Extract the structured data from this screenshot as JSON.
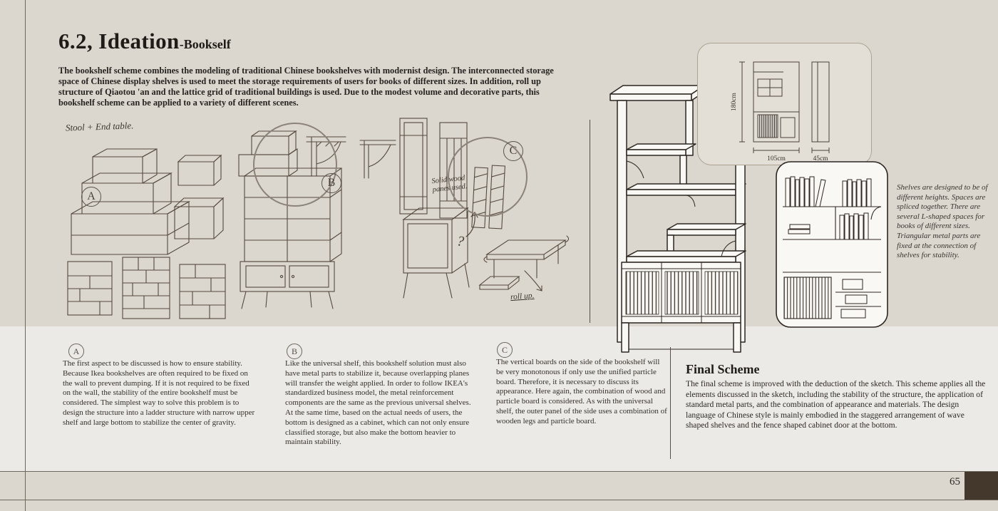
{
  "page": {
    "title": "6.2, Ideation",
    "subtitle": "-Bookself",
    "intro": "The bookshelf scheme combines the modeling of traditional Chinese bookshelves with modernist design. The interconnected storage space of Chinese display shelves is used to meet the storage requirements of users for books of different sizes. In addition, roll up structure of Qiaotou 'an and the lattice grid of traditional buildings is used. Due to the modest volume and decorative parts, this bookshelf scheme can be applied to a variety of different scenes.",
    "page_number": "65"
  },
  "sketches": {
    "note_stool": "Stool + End table.",
    "note_solid_wood": "Solid wood panes used.",
    "note_roll_up": "roll up.",
    "label_a": "A",
    "label_b": "B",
    "label_c": "C",
    "question_mark": "?"
  },
  "final_drawing": {
    "dim_height": "180cm",
    "dim_width": "105cm",
    "dim_depth": "45cm",
    "annotation": "Shelves are designed to be of different heights. Spaces are spliced together. There are several L-shaped spaces for books of different sizes. Triangular metal parts are fixed at the connection of shelves for stability."
  },
  "sections": [
    {
      "label": "A",
      "text": "The first aspect to be discussed is how to ensure stability. Because Ikea bookshelves are often required to be fixed on the wall to prevent dumping. If it is not required to be fixed on the wall, the stability of the entire bookshelf must be considered. The simplest way to solve this problem is to design the structure into a ladder structure with narrow upper shelf and large bottom to stabilize the center of gravity."
    },
    {
      "label": "B",
      "text": "Like the universal shelf, this bookshelf solution must also have metal parts to stabilize it, because overlapping planes will transfer the weight applied. In order to follow IKEA's standardized business model, the metal reinforcement components are the same as the previous universal shelves. At the same time, based on the actual needs of users, the bottom is designed as a cabinet, which can not only ensure classified storage, but also make the bottom heavier to maintain stability."
    },
    {
      "label": "C",
      "text": "The vertical boards on the side of the bookshelf will be very monotonous if only use the unified particle board. Therefore, it is necessary to discuss its appearance. Here again, the combination of wood and particle board is considered. As with the universal shelf, the outer panel of the side uses a combination of wooden legs and particle board."
    }
  ],
  "final_scheme": {
    "heading": "Final Scheme",
    "text": "The final scheme is improved with the deduction of the sketch. This scheme applies all the elements discussed in the sketch, including the stability of the structure, the application of standard metal parts, and the combination of appearance and materials. The design language of Chinese style is mainly embodied in the staggered arrangement of wave shaped shelves and the fence shaped cabinet door at the bottom."
  },
  "colors": {
    "background_top": "#dbd7cf",
    "background_middle": "#eceae6",
    "footer_block": "#44382d",
    "sketch_ink": "#4a3e33",
    "drawing_ink": "#2d2621"
  }
}
